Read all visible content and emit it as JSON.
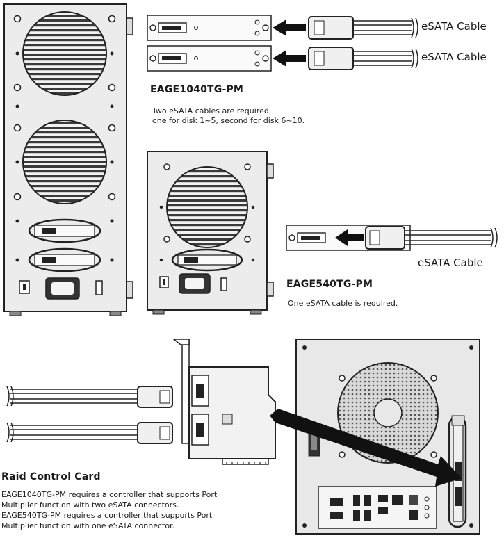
{
  "labels": {
    "esata_cable_1": "eSATA Cable",
    "esata_cable_2": "eSATA Cable",
    "esata_cable_3": "eSATA Cable"
  },
  "eage1040": {
    "title": "EAGE1040TG-PM",
    "note_line1": "Two eSATA cables are required.",
    "note_line2": "one for disk 1~5, second for disk 6~10."
  },
  "eage540": {
    "title": "EAGE540TG-PM",
    "note": "One eSATA cable is required."
  },
  "raid": {
    "title": "Raid Control Card",
    "line1": "EAGE1040TG-PM requires a controller that supports Port",
    "line2": "Multiplier function with two eSATA connectors.",
    "line3": "EAGE540TG-PM requires a controller that supports Port",
    "line4": "Multiplier function with one eSATA connector."
  }
}
